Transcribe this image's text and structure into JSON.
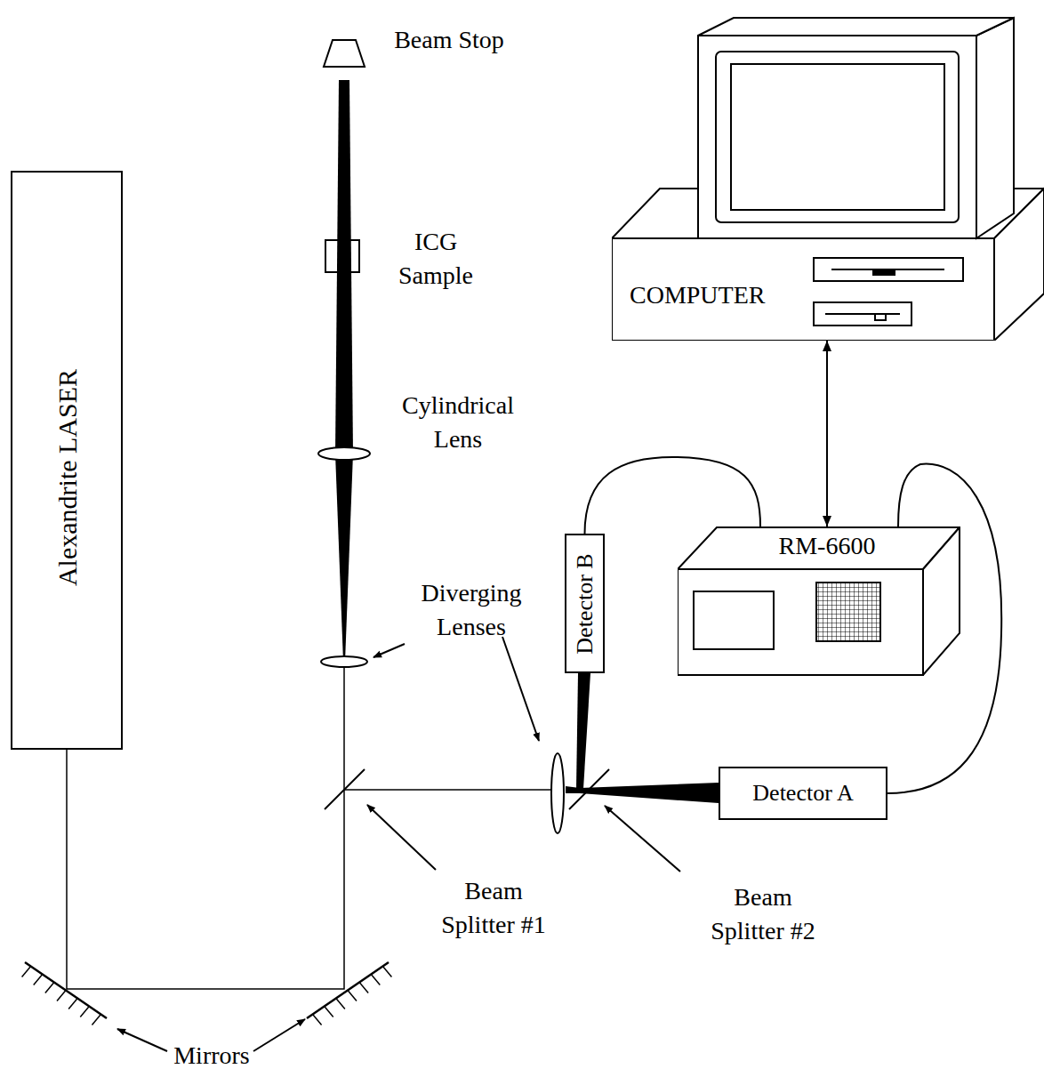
{
  "diagram": {
    "nodes": [
      {
        "text": [
          "Alexandrite LASER"
        ]
      },
      {
        "text": [
          "COMPUTER"
        ]
      },
      {
        "text": [
          "Detector B"
        ]
      },
      {
        "text": [
          "RM-6600"
        ]
      },
      {
        "text": [
          "Detector A"
        ]
      }
    ],
    "edges": [
      {
        "from": 1,
        "to": 3,
        "arrow": "both"
      },
      {
        "from": 2,
        "to": 3,
        "arrow": "none"
      },
      {
        "from": 4,
        "to": 3,
        "arrow": "none"
      }
    ],
    "labels": [
      "Beam Stop",
      "ICG Sample",
      "Cylindrical Lens",
      "Diverging Lenses",
      "Beam Splitter #1",
      "Beam Splitter #2",
      "Mirrors"
    ]
  }
}
